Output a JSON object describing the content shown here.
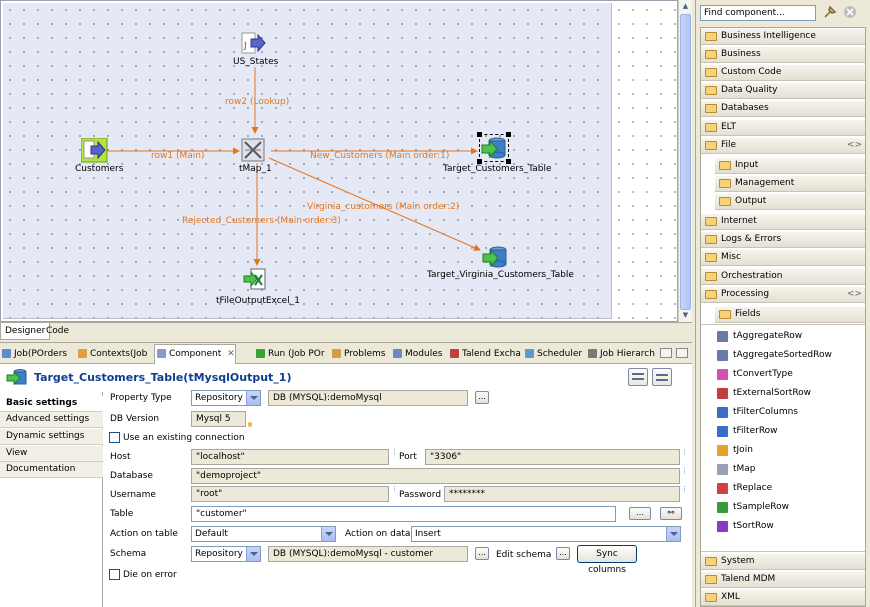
{
  "designer": {
    "nodes": {
      "us_states": "US_States",
      "customers": "Customers",
      "tmap": "tMap_1",
      "target_customers": "Target_Customers_Table",
      "target_virginia": "Target_Virginia_Customers_Table",
      "excel_output": "tFileOutputExcel_1"
    },
    "links": {
      "row2": "row2 (Lookup)",
      "row1": "row1 (Main)",
      "new_customers": "New_Customers (Main order:1)",
      "virginia": "Virginia_customers (Main order:2)",
      "rejected": "Rejected_Customers (Main order:3)"
    },
    "tabs": [
      "Designer",
      "Code"
    ],
    "link_color": "#e2761f"
  },
  "palette": {
    "search_placeholder": "Find component...",
    "categories_top": [
      "Business Intelligence",
      "Business",
      "Custom Code",
      "Data Quality",
      "Databases",
      "ELT",
      "File"
    ],
    "file_sub": [
      "Input",
      "Management",
      "Output"
    ],
    "categories_mid": [
      "Internet",
      "Logs & Errors",
      "Misc",
      "Orchestration",
      "Processing"
    ],
    "processing_sub": "Fields",
    "components": [
      "tAggregateRow",
      "tAggregateSortedRow",
      "tConvertType",
      "tExternalSortRow",
      "tFilterColumns",
      "tFilterRow",
      "tJoin",
      "tMap",
      "tReplace",
      "tSampleRow",
      "tSortRow"
    ],
    "categories_bottom": [
      "System",
      "Talend MDM",
      "XML"
    ]
  },
  "views": {
    "tabs": [
      "Job(POrders",
      "Contexts(Job",
      "Component",
      "Run (Job POr",
      "Problems",
      "Modules",
      "Talend Excha",
      "Scheduler",
      "Job Hierarch"
    ]
  },
  "component": {
    "title": "Target_Customers_Table(tMysqlOutput_1)",
    "nav": [
      "Basic settings",
      "Advanced settings",
      "Dynamic settings",
      "View",
      "Documentation"
    ],
    "property_type_label": "Property Type",
    "property_type": "Repository",
    "property_repo": "DB (MYSQL):demoMysql",
    "db_version_label": "DB Version",
    "db_version": "Mysql 5",
    "use_existing": "Use an existing connection",
    "host_label": "Host",
    "host": "\"localhost\"",
    "port_label": "Port",
    "port": "\"3306\"",
    "database_label": "Database",
    "database": "\"demoproject\"",
    "username_label": "Username",
    "username": "\"root\"",
    "password_label": "Password",
    "password": "********",
    "table_label": "Table",
    "table": "\"customer\"",
    "action_table_label": "Action on table",
    "action_table": "Default",
    "action_data_label": "Action on data",
    "action_data": "Insert",
    "schema_label": "Schema",
    "schema_type": "Repository",
    "schema_repo": "DB (MYSQL):demoMysql - customer",
    "edit_schema": "Edit schema",
    "sync_columns": "Sync columns",
    "die_on_error": "Die on error",
    "ellipsis": "..."
  }
}
